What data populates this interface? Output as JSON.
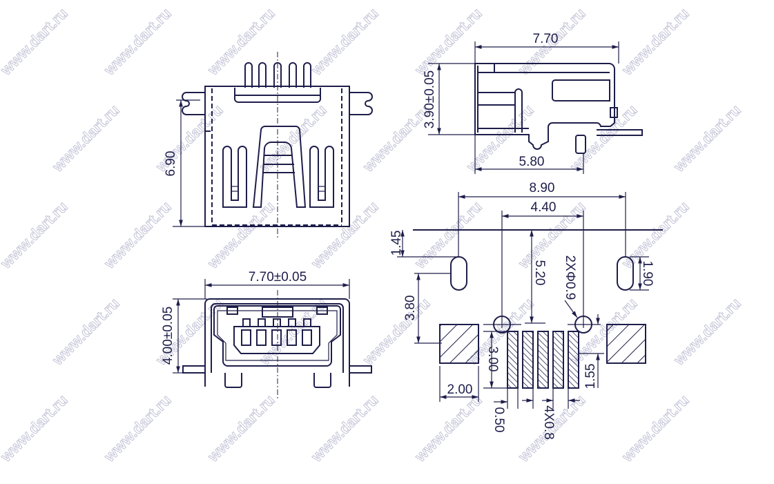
{
  "watermark": "www.dart.ru",
  "colors": {
    "line": "#1d1d4a",
    "watermark": "#c4c4d8"
  },
  "top_view": {
    "height_dim": "6.90"
  },
  "side_view": {
    "length_dim": "7.70",
    "height_dim": "3.90±0.05",
    "leg_dim": "5.80"
  },
  "front_view": {
    "width_dim": "7.70±0.05",
    "height_dim": "4.00±0.05"
  },
  "footprint": {
    "outer_span": "8.90",
    "hole_span": "4.40",
    "top_offset": "1.45",
    "slot_to_pad": "3.80",
    "hole_depth": "5.20",
    "hole_dia": "2XΦ0.9",
    "slot_length": "1.90",
    "pad_length": "3.00",
    "pad_offset": "1.55",
    "big_pad_width": "2.00",
    "pin_width": "0.50",
    "pin_pitch": "4X0.8"
  }
}
